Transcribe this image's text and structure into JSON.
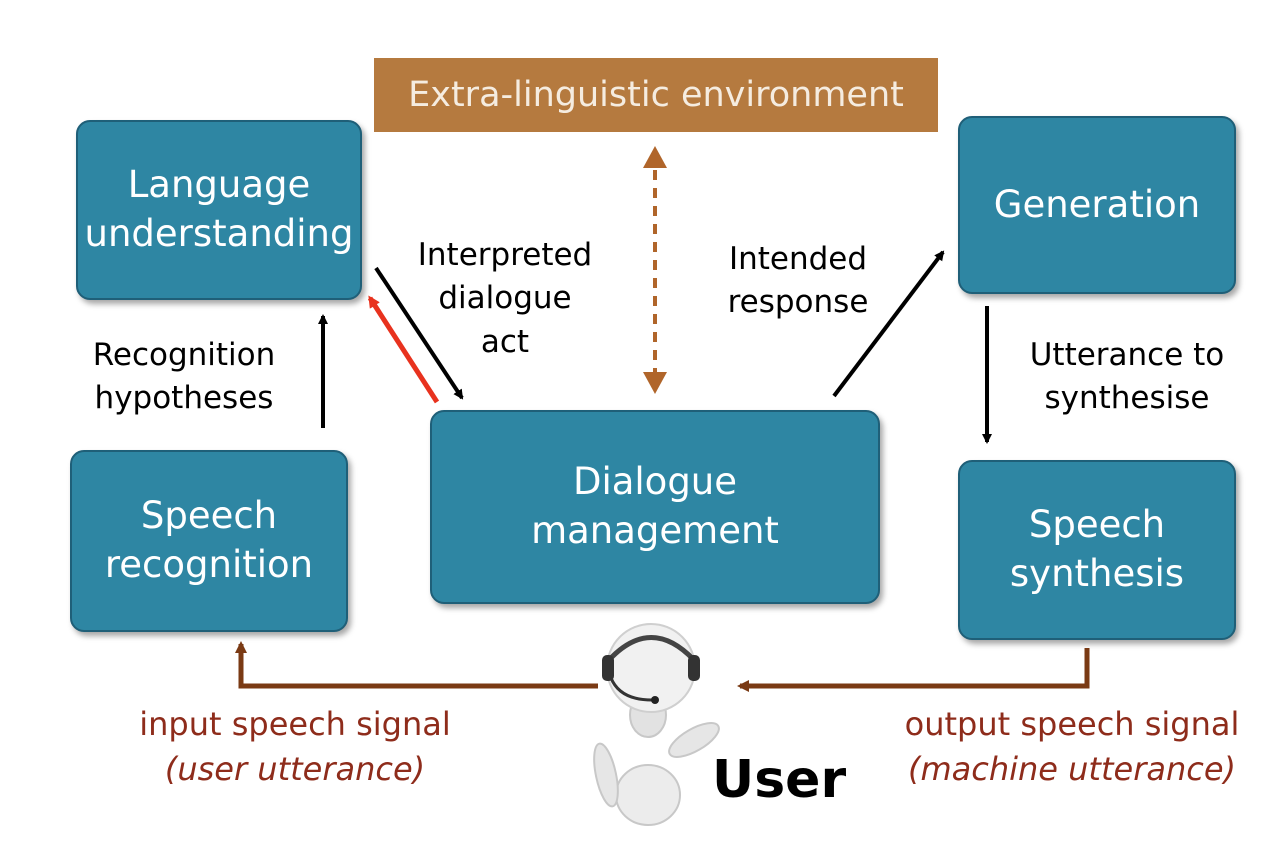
{
  "environment": {
    "label": "Extra-linguistic environment"
  },
  "modules": {
    "language_understanding": {
      "line1": "Language",
      "line2": "understanding"
    },
    "generation": {
      "label": "Generation"
    },
    "speech_recognition": {
      "line1": "Speech",
      "line2": "recognition"
    },
    "dialogue_management": {
      "line1": "Dialogue",
      "line2": "management"
    },
    "speech_synthesis": {
      "line1": "Speech",
      "line2": "synthesis"
    }
  },
  "edge_labels": {
    "recognition_hypotheses": {
      "line1": "Recognition",
      "line2": "hypotheses"
    },
    "interpreted_dialogue_act": {
      "line1": "Interpreted",
      "line2": "dialogue",
      "line3": "act"
    },
    "intended_response": {
      "line1": "Intended",
      "line2": "response"
    },
    "utterance_to_synthesise": {
      "line1": "Utterance to",
      "line2": "synthesise"
    }
  },
  "signals": {
    "input": {
      "line1": "input speech signal",
      "line2": "(user utterance)"
    },
    "output": {
      "line1": "output speech signal",
      "line2": "(machine utterance)"
    }
  },
  "user": {
    "label": "User"
  },
  "colors": {
    "module_fill": "#2e86a3",
    "environment_fill": "#b57a3f",
    "signal_arrow": "#7a3a14",
    "feedback_arrow": "#e8321e",
    "signal_text": "#8e2c1b"
  }
}
